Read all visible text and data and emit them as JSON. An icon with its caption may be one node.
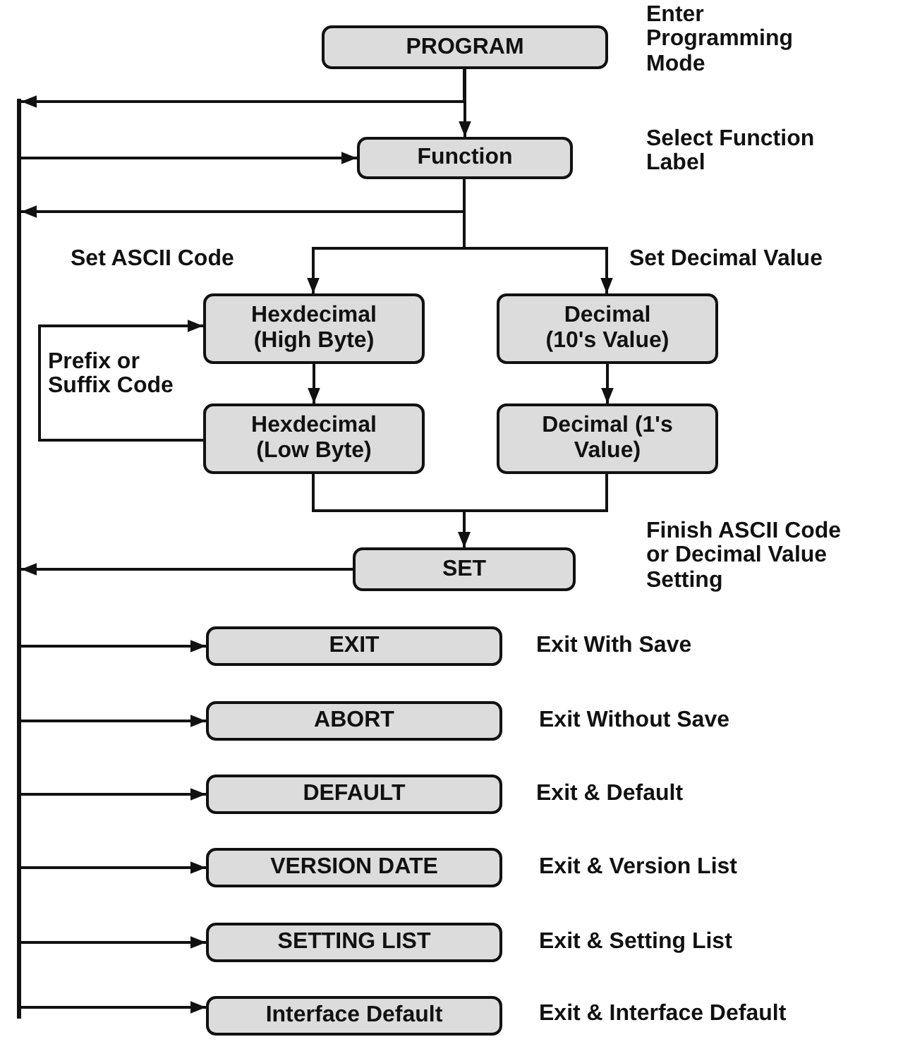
{
  "diagram": {
    "nodes": [
      {
        "text": [
          "PROGRAM"
        ],
        "beside": [
          "Enter Programming Mode"
        ]
      },
      {
        "text": [
          "Function"
        ],
        "beside": [
          "Select Function Label"
        ]
      },
      {
        "text": [
          "Hexdecimal (High Byte)"
        ]
      },
      {
        "text": [
          "Decimal (10's Value)"
        ]
      },
      {
        "text": [
          "Hexdecimal (Low Byte)"
        ]
      },
      {
        "text": [
          "Decimal (1's Value)"
        ]
      },
      {
        "text": [
          "SET"
        ],
        "beside": [
          "Finish ASCII Code or Decimal Value Setting"
        ]
      },
      {
        "text": [
          "EXIT"
        ],
        "beside": [
          "Exit With Save"
        ]
      },
      {
        "text": [
          "ABORT"
        ],
        "beside": [
          "Exit Without Save"
        ]
      },
      {
        "text": [
          "DEFAULT"
        ],
        "beside": [
          "Exit & Default"
        ]
      },
      {
        "text": [
          "VERSION DATE"
        ],
        "beside": [
          "Exit & Version List"
        ]
      },
      {
        "text": [
          "SETTING LIST"
        ],
        "beside": [
          "Exit & Setting List"
        ]
      },
      {
        "text": [
          "Interface Default"
        ],
        "beside": [
          "Exit & Interface Default"
        ]
      },
      {
        "text": [],
        "shape": "bar"
      }
    ],
    "edges": [
      {
        "from": 0,
        "to": 1,
        "arrow": "to"
      },
      {
        "from": 0,
        "to": 13,
        "arrow": "to"
      },
      {
        "from": 13,
        "to": 1,
        "arrow": "to"
      },
      {
        "from": 1,
        "to": 13,
        "arrow": "to"
      },
      {
        "from": 1,
        "to": 2,
        "arrow": "to",
        "label": "Set ASCII Code"
      },
      {
        "from": 1,
        "to": 3,
        "arrow": "to",
        "label": "Set Decimal Value"
      },
      {
        "from": 2,
        "to": 4,
        "arrow": "to"
      },
      {
        "from": 3,
        "to": 5,
        "arrow": "to"
      },
      {
        "from": 4,
        "to": 2,
        "arrow": "to",
        "label": "Prefix or Suffix Code"
      },
      {
        "from": 4,
        "to": 6,
        "arrow": "to"
      },
      {
        "from": 5,
        "to": 6,
        "arrow": "to"
      },
      {
        "from": 6,
        "to": 13,
        "arrow": "to"
      },
      {
        "from": 13,
        "to": 7,
        "arrow": "to"
      },
      {
        "from": 13,
        "to": 8,
        "arrow": "to"
      },
      {
        "from": 13,
        "to": 9,
        "arrow": "to"
      },
      {
        "from": 13,
        "to": 10,
        "arrow": "to"
      },
      {
        "from": 13,
        "to": 11,
        "arrow": "to"
      },
      {
        "from": 13,
        "to": 12,
        "arrow": "to"
      }
    ]
  }
}
